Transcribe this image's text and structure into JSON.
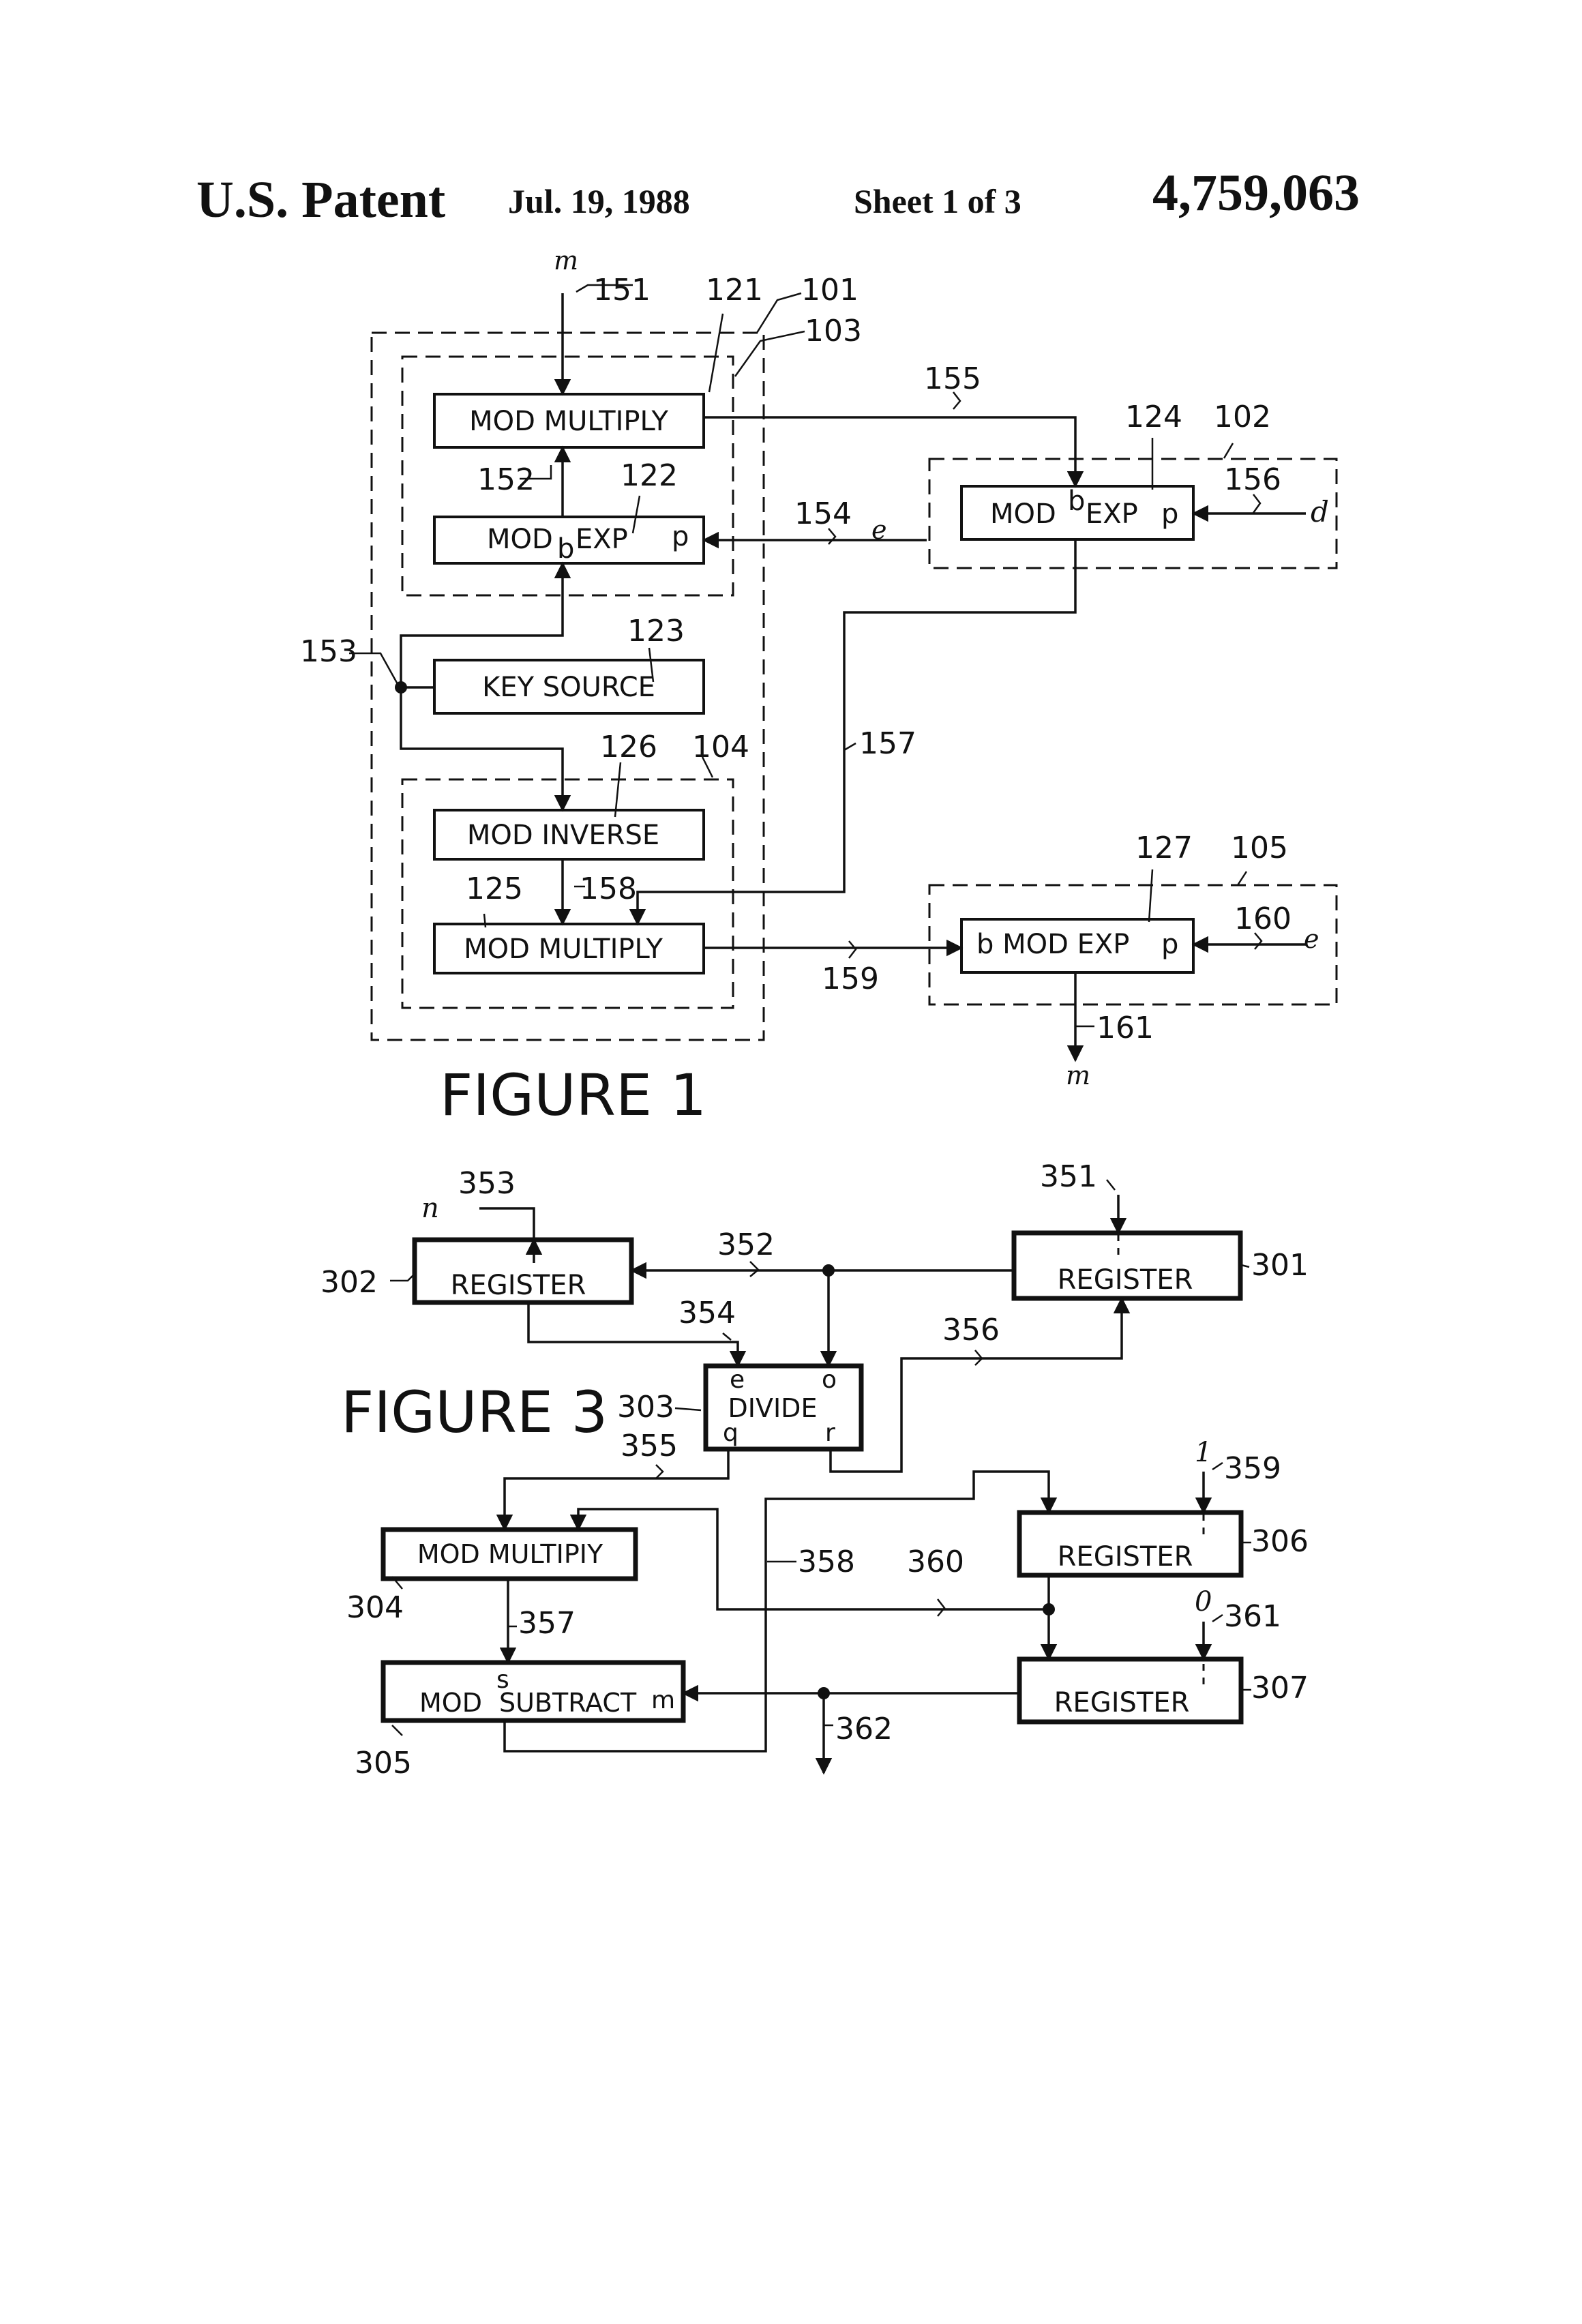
{
  "header": {
    "left": "U.S. Patent",
    "date": "Jul. 19, 1988",
    "sheet": "Sheet 1 of 3",
    "number": "4,759,063"
  },
  "figure1": {
    "title": "FIGURE 1",
    "blocks": {
      "mod_multiply_121": "MOD  MULTIPLY",
      "mod_exp_122_a": "MOD",
      "mod_exp_122_b": "b",
      "mod_exp_122_c": "EXP",
      "mod_exp_122_d": "p",
      "key_source": "KEY  SOURCE",
      "mod_inverse": "MOD  INVERSE",
      "mod_multiply_125": "MOD  MULTIPLY",
      "mod_exp_124_a": "MOD",
      "mod_exp_124_b": "b",
      "mod_exp_124_c": "EXP",
      "mod_exp_124_d": "p",
      "bmod_exp_127": "b MOD  EXP",
      "bmod_exp_127_p": "p"
    },
    "refs": {
      "r101": "101",
      "r102": "102",
      "r103": "103",
      "r104": "104",
      "r105": "105",
      "r121": "121",
      "r122": "122",
      "r123": "123",
      "r124": "124",
      "r125": "125",
      "r126": "126",
      "r127": "127",
      "r151": "151",
      "r152": "152",
      "r153": "153",
      "r154": "154",
      "r155": "155",
      "r156": "156",
      "r157": "157",
      "r158": "158",
      "r159": "159",
      "r160": "160",
      "r161": "161"
    },
    "signals": {
      "m_in": "m",
      "e1": "e",
      "d": "d",
      "e2": "e",
      "m_out": "m"
    }
  },
  "figure3": {
    "title": "FIGURE 3",
    "blocks": {
      "register_302": "REGISTER",
      "register_301": "REGISTER",
      "divide": "DIVIDE",
      "divide_e": "e",
      "divide_o": "o",
      "divide_q": "q",
      "divide_r": "r",
      "mod_multiply_304": "MOD  MULTIPIY",
      "register_306": "REGISTER",
      "register_307": "REGISTER",
      "mod_subtract_a": "MOD",
      "mod_subtract_s": "s",
      "mod_subtract_b": "SUBTRACT",
      "mod_subtract_m": "m"
    },
    "refs": {
      "r301": "301",
      "r302": "302",
      "r303": "303",
      "r304": "304",
      "r305": "305",
      "r306": "306",
      "r307": "307",
      "r351": "351",
      "r352": "352",
      "r353": "353",
      "r354": "354",
      "r355": "355",
      "r356": "356",
      "r357": "357",
      "r358": "358",
      "r359": "359",
      "r360": "360",
      "r361": "361",
      "r362": "362"
    },
    "signals": {
      "n": "n",
      "one": "1",
      "zero": "0"
    }
  }
}
